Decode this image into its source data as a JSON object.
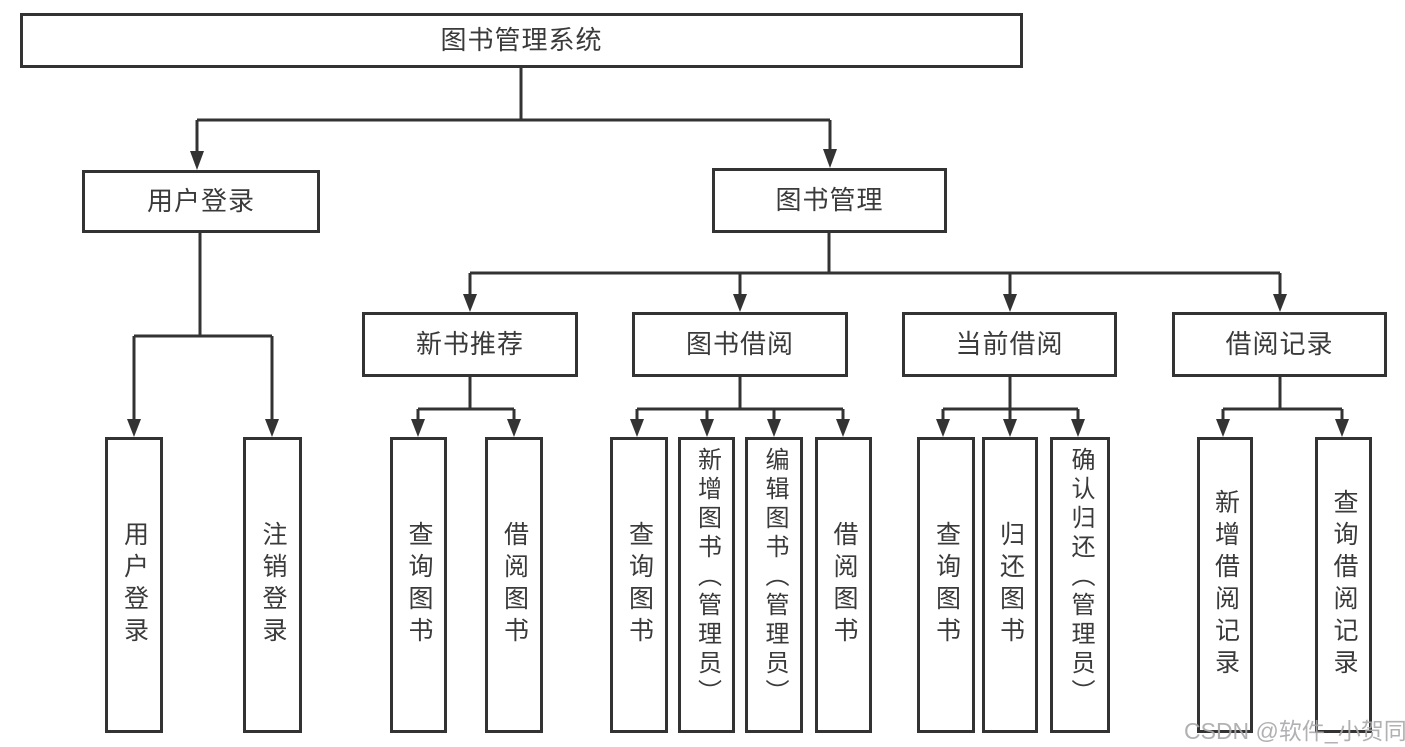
{
  "tree": {
    "label": "图书管理系统",
    "children": [
      {
        "label": "用户登录",
        "children": [
          {
            "label": "用户登录"
          },
          {
            "label": "注销登录"
          }
        ]
      },
      {
        "label": "图书管理",
        "children": [
          {
            "label": "新书推荐",
            "children": [
              {
                "label": "查询图书"
              },
              {
                "label": "借阅图书"
              }
            ]
          },
          {
            "label": "图书借阅",
            "children": [
              {
                "label": "查询图书"
              },
              {
                "label": "新增图书（管理员）"
              },
              {
                "label": "编辑图书（管理员）"
              },
              {
                "label": "借阅图书"
              }
            ]
          },
          {
            "label": "当前借阅",
            "children": [
              {
                "label": "查询图书"
              },
              {
                "label": "归还图书"
              },
              {
                "label": "确认归还（管理员）"
              }
            ]
          },
          {
            "label": "借阅记录",
            "children": [
              {
                "label": "新增借阅记录"
              },
              {
                "label": "查询借阅记录"
              }
            ]
          }
        ]
      }
    ]
  },
  "colors": {
    "line": "#333333",
    "text": "#3a3a3a",
    "box_background": "#ffffff"
  },
  "watermark": {
    "text": "CSDN @软件_小贺同学"
  }
}
